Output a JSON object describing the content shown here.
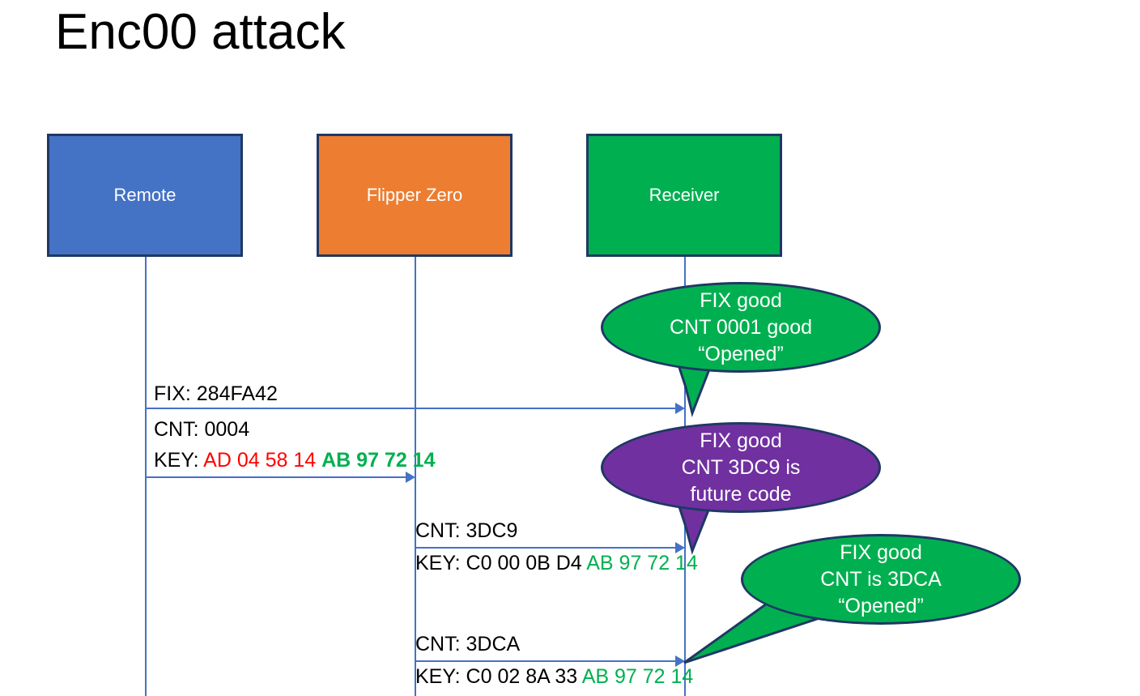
{
  "title": "Enc00 attack",
  "colors": {
    "remote_fill": "#4472C4",
    "flipper_fill": "#ED7D31",
    "receiver_fill": "#00B050",
    "bubble_good": "#00B050",
    "bubble_future": "#7030A0",
    "box_border": "#1F3864",
    "lifeline": "#4472C4",
    "hex_bad": "#FF0000",
    "hex_good": "#00B050"
  },
  "actors": [
    {
      "id": "remote",
      "label": "Remote"
    },
    {
      "id": "flipper",
      "label": "Flipper Zero"
    },
    {
      "id": "receiver",
      "label": "Receiver"
    }
  ],
  "messages": [
    {
      "id": "msg-1",
      "from": "remote",
      "to": "receiver",
      "lines": [
        {
          "text": "FIX: 284FA42"
        }
      ]
    },
    {
      "id": "msg-2",
      "from": "remote",
      "to": "flipper",
      "lines": [
        {
          "text": "CNT: 0004"
        },
        {
          "label": "KEY: ",
          "segments": [
            {
              "text": "AD 04 58 14 ",
              "color": "red"
            },
            {
              "text": "AB 97 72 14",
              "color": "green",
              "bold": true
            }
          ]
        }
      ]
    },
    {
      "id": "msg-3",
      "from": "flipper",
      "to": "receiver",
      "lines": [
        {
          "text": "CNT: 3DC9"
        },
        {
          "label": "KEY: C0 00 0B D4 ",
          "segments": [
            {
              "text": "AB 97 72 14",
              "color": "green"
            }
          ]
        }
      ]
    },
    {
      "id": "msg-4",
      "from": "flipper",
      "to": "receiver",
      "lines": [
        {
          "text": "CNT: 3DCA"
        },
        {
          "label": "KEY: C0 02 8A 33 ",
          "segments": [
            {
              "text": "AB 97 72 14",
              "color": "green"
            }
          ]
        }
      ]
    }
  ],
  "bubbles": [
    {
      "id": "bubble-1",
      "style": "good",
      "lines": [
        "FIX good",
        "CNT 0001 good",
        "“Opened”"
      ]
    },
    {
      "id": "bubble-2",
      "style": "future",
      "lines": [
        "FIX good",
        "CNT 3DC9 is",
        "future code"
      ]
    },
    {
      "id": "bubble-3",
      "style": "good",
      "lines": [
        "FIX good",
        "CNT is 3DCA",
        "“Opened”"
      ]
    }
  ],
  "msg1_text": {
    "l1": "FIX: 284FA42"
  },
  "msg2_text": {
    "l1": "CNT: 0004",
    "key_label": "KEY: ",
    "seg_red": "AD 04 58 14 ",
    "seg_green": "AB 97 72 14"
  },
  "msg3_text": {
    "l1": "CNT: 3DC9",
    "key_label": "KEY: C0 00 0B D4 ",
    "seg_green": "AB 97 72 14"
  },
  "msg4_text": {
    "l1": "CNT: 3DCA",
    "key_label": "KEY: C0 02 8A 33 ",
    "seg_green": "AB 97 72 14"
  },
  "bubble1": {
    "l1": "FIX good",
    "l2": "CNT 0001 good",
    "l3": "“Opened”"
  },
  "bubble2": {
    "l1": "FIX good",
    "l2": "CNT 3DC9 is",
    "l3": "future code"
  },
  "bubble3": {
    "l1": "FIX good",
    "l2": "CNT is 3DCA",
    "l3": "“Opened”"
  }
}
